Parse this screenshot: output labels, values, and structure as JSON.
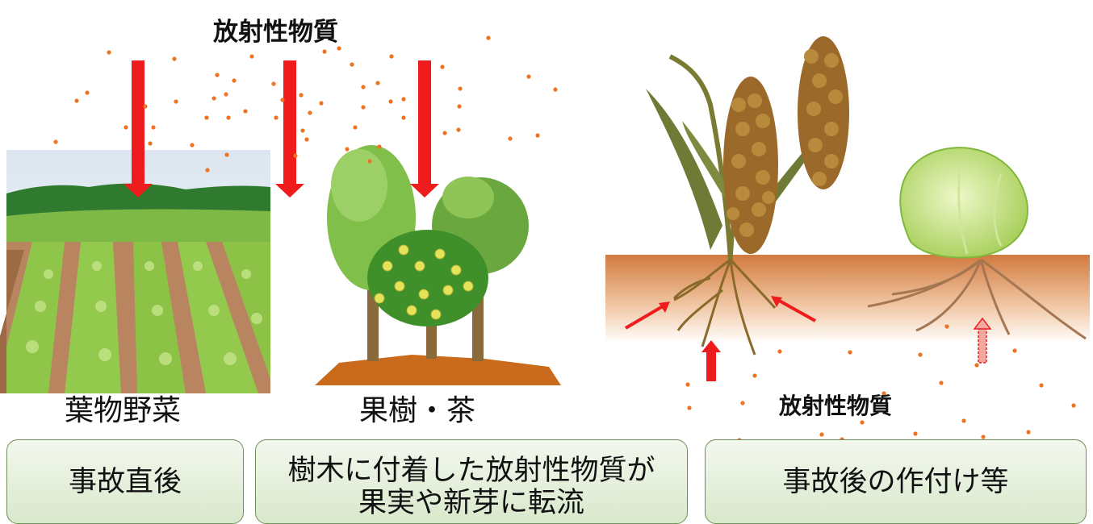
{
  "labels": {
    "top_substance": "放射性物質",
    "right_substance": "放射性物質",
    "leafy_vegetables": "葉物野菜",
    "fruit_tea": "果樹・茶"
  },
  "stages": {
    "immediate": "事故直後",
    "translocation": "樹木に付着した放射性物質が果実や新芽に転流",
    "after_planting": "事故後の作付け等"
  },
  "colors": {
    "arrow_red": "#ee1c1c",
    "particle_orange": "#ee7322",
    "box_border": "#6e8f58",
    "soil": "#d98a54"
  }
}
